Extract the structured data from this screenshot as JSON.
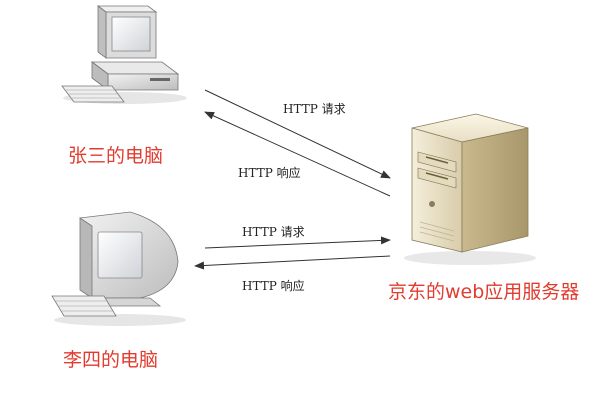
{
  "nodes": {
    "zhangsan": {
      "label": "张三的电脑"
    },
    "lisi": {
      "label": "李四的电脑"
    },
    "server": {
      "label": "京东的web应用服务器"
    }
  },
  "arrows": {
    "request1": {
      "label": "HTTP 请求"
    },
    "response1": {
      "label": "HTTP 响应"
    },
    "request2": {
      "label": "HTTP 请求"
    },
    "response2": {
      "label": "HTTP 响应"
    }
  },
  "colors": {
    "label_red": "#e23b2f",
    "arrow": "#333333"
  }
}
